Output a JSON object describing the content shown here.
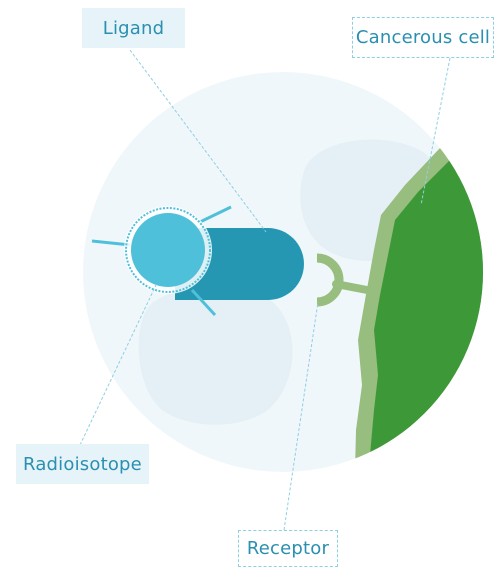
{
  "labels": {
    "ligand": "Ligand",
    "cancerous_cell": "Cancerous cell",
    "radioisotope": "Radioisotope",
    "receptor": "Receptor"
  },
  "colors": {
    "cell_background": "#f0f7fb",
    "cell_inner_blob": "#e1eff5",
    "cancer_cell_fill": "#3d9938",
    "cancer_cell_border": "#97bd7f",
    "ligand_body": "#2697b3",
    "radioisotope": "#4fc0da",
    "receptor": "#97bd7f",
    "leader_line": "#8ecfe2",
    "label_text": "#2a8fb0"
  }
}
